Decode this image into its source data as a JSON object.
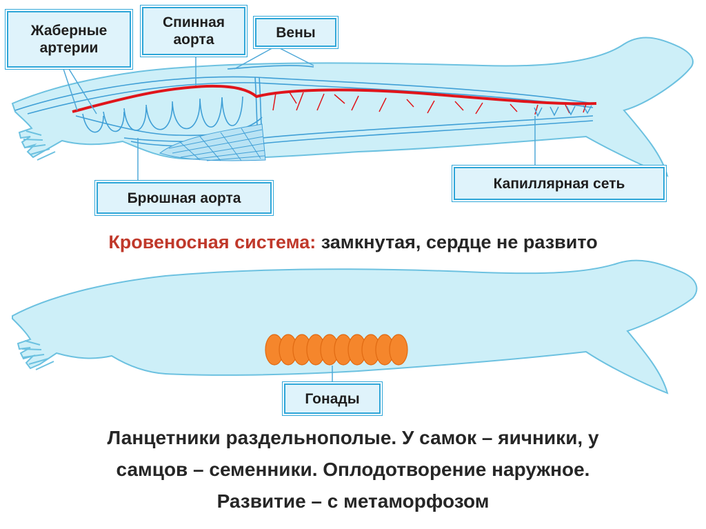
{
  "top_panel": {
    "labels": {
      "gill_arteries": [
        "Жаберные",
        "артерии"
      ],
      "dorsal_aorta": [
        "Спинная",
        "аорта"
      ],
      "veins": "Вены",
      "ventral_aorta": "Брюшная аорта",
      "capillary_network": "Капиллярная сеть"
    },
    "caption": {
      "heading": "Кровеносная система:",
      "text": " замкнутая, сердце не развито"
    }
  },
  "bottom_panel": {
    "labels": {
      "gonads": "Гонады"
    },
    "caption": [
      "Ланцетники раздельнополые. У самок – яичники, у",
      "самцов – семенники. Оплодотворение наружное.",
      "Развитие – с метаморфозом"
    ]
  },
  "colors": {
    "body_fill": "#cdeff8",
    "body_outline": "#4fb3da",
    "vessel_blue": "#3f9fd6",
    "artery_red": "#e0151b",
    "gonad_orange": "#f5862c",
    "label_border": "#2fa6d8",
    "accent_text": "#c0392b"
  }
}
